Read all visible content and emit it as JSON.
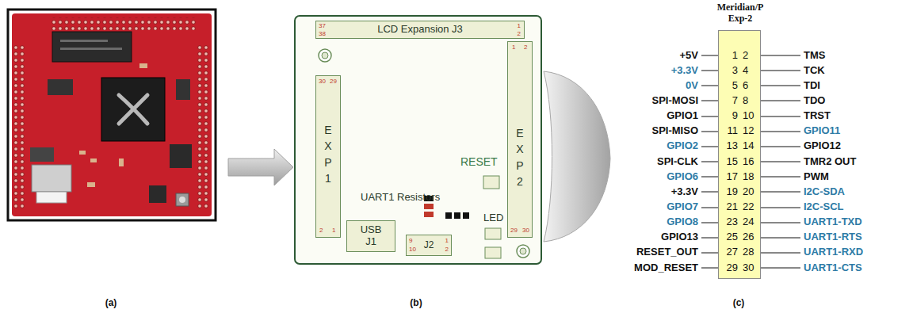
{
  "diagram": {
    "nodes": [
      {
        "text": [
          "LCD Expansion J3",
          "37",
          "38",
          "1",
          "2"
        ]
      },
      {
        "text": [
          "EXP1",
          "30",
          "29",
          "2",
          "1"
        ]
      },
      {
        "text": [
          "EXP2",
          "1",
          "2",
          "29",
          "30"
        ]
      },
      {
        "text": [
          "USB J1"
        ]
      },
      {
        "text": [
          "J2",
          "9",
          "10",
          "1",
          "2"
        ]
      },
      {
        "text": [
          "Meridian/P Exp-2",
          "1",
          "2",
          "3",
          "4",
          "5",
          "6",
          "7",
          "8",
          "9",
          "10",
          "11",
          "12",
          "13",
          "14",
          "15",
          "16",
          "17",
          "18",
          "19",
          "20",
          "21",
          "22",
          "23",
          "24",
          "25",
          "26",
          "27",
          "28",
          "29",
          "30"
        ]
      }
    ],
    "labels": [
      "UART1 Resistors",
      "RESET",
      "LED",
      "+5V",
      "TMS",
      "+3.3V",
      "TCK",
      "0V",
      "TDI",
      "SPI-MOSI",
      "TDO",
      "GPIO1",
      "TRST",
      "SPI-MISO",
      "GPIO11",
      "GPIO2",
      "GPIO12",
      "SPI-CLK",
      "TMR2 OUT",
      "GPIO6",
      "PWM",
      "+3.3V",
      "I2C-SDA",
      "GPIO7",
      "I2C-SCL",
      "GPIO8",
      "UART1-TXD",
      "GPIO13",
      "UART1-RTS",
      "RESET_OUT",
      "UART1-RXD",
      "MOD_RESET",
      "UART1-CTS",
      "(a)",
      "(b)",
      "(c)"
    ]
  }
}
